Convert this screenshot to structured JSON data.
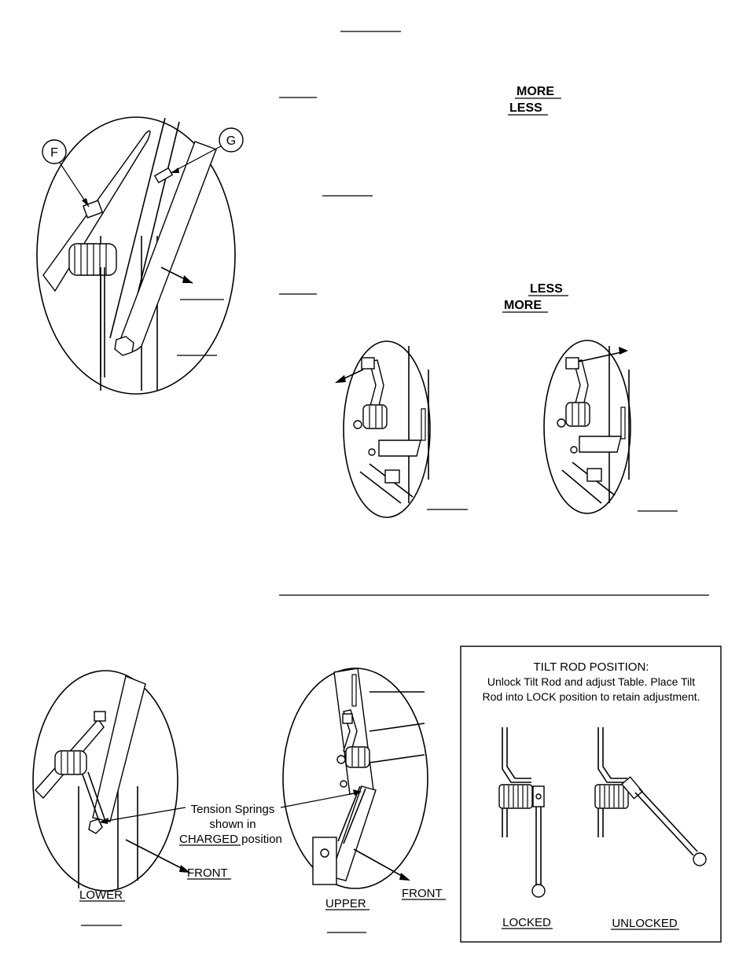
{
  "callouts": {
    "f": "F",
    "g": "G"
  },
  "adjust": {
    "more_top": "MORE",
    "less_top": "LESS",
    "less_bottom": "LESS",
    "more_bottom": "MORE"
  },
  "springs": {
    "tension_line1": "Tension Springs",
    "tension_line2": "shown in",
    "charged_word": "CHARGED",
    "position_word": " position",
    "front_left": "FRONT",
    "front_right": "FRONT",
    "lower": "LOWER",
    "upper": "UPPER"
  },
  "tilt_box": {
    "title": "TILT ROD POSITION:",
    "line1": "Unlock Tilt Rod and adjust Table.  Place Tilt",
    "line2": "Rod into LOCK position to retain adjustment.",
    "locked": "LOCKED",
    "unlocked": "UNLOCKED"
  }
}
